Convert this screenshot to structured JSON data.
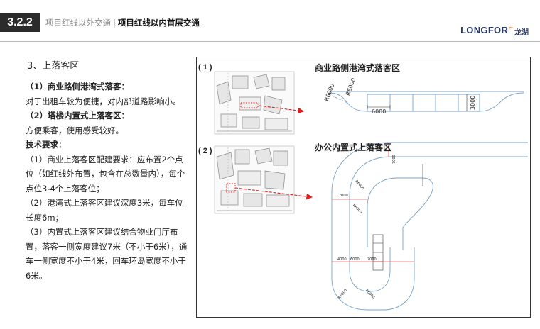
{
  "header": {
    "section_number": "3.2.2",
    "title_part1": "项目红线以外交通",
    "separator": "|",
    "title_part2": "项目红线以内首层交通",
    "logo_text": "LONGFOR",
    "logo_cn": "龙湖"
  },
  "left": {
    "section_title": "3、上落客区",
    "items": [
      "（1）商业路侧港湾式落客：",
      "对于出租车较为便捷，对内部道路影响小。",
      "（2）塔楼内置式上落客区：",
      "方便乘客，使用感受较好。",
      "技术要求：",
      "（1）商业上落客区配建要求：应布置2个点位（如红线外布置，包含在总数量内），每个点位3-4个上落客位；",
      "（2）港湾式上落客区建议深度3米，每车位长度6m；",
      "（3）内置式上落客区建议结合物业门厅布置，落客一侧宽度建议7米（不小于6米），通车一侧宽度不小于4米，回车环岛宽度不小于6米。"
    ]
  },
  "figure": {
    "label1": "( 1 )",
    "label2": "( 2 )",
    "title1": "商业路侧港湾式落客区",
    "title2": "办公内置式上落客区",
    "dim_r6000_a": "R6000",
    "dim_r6000_b": "R6000",
    "dim_6000": "6000",
    "dim_3000": "3000",
    "dim_7000_top": "7000",
    "dim_7000_left": "7000",
    "dim_r6000_c": "R6000",
    "dim_r6000_d": "R6000",
    "dim_4000": "4000",
    "dim_6000_b": "6000",
    "dim_7000_b": "7000",
    "dim_r6000_e": "R6000",
    "dim_r6000_f": "R6000"
  },
  "colors": {
    "badge_bg": "#2b2b2b",
    "accent_red": "#e02020",
    "logo_blue": "#2a3a63",
    "logo_orange": "#e07a1f"
  }
}
